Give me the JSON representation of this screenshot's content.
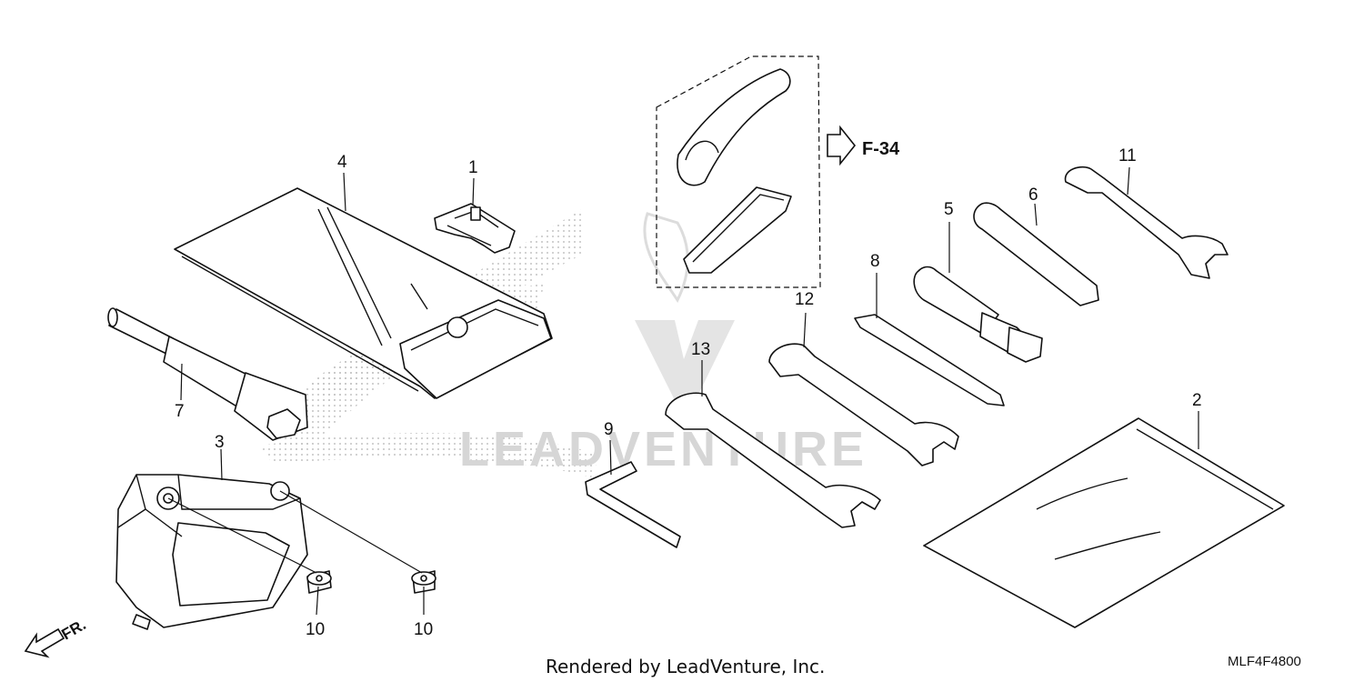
{
  "diagram": {
    "callouts": {
      "c1": "1",
      "c2": "2",
      "c3": "3",
      "c4": "4",
      "c5": "5",
      "c6": "6",
      "c7": "7",
      "c8": "8",
      "c9": "9",
      "c10a": "10",
      "c10b": "10",
      "c11": "11",
      "c12": "12",
      "c13": "13"
    },
    "reference_label": "F-34",
    "front_label": "FR.",
    "watermark": "LEADVENTURE",
    "credit": "Rendered by LeadVenture, Inc.",
    "diagram_code": "MLF4F4800"
  }
}
